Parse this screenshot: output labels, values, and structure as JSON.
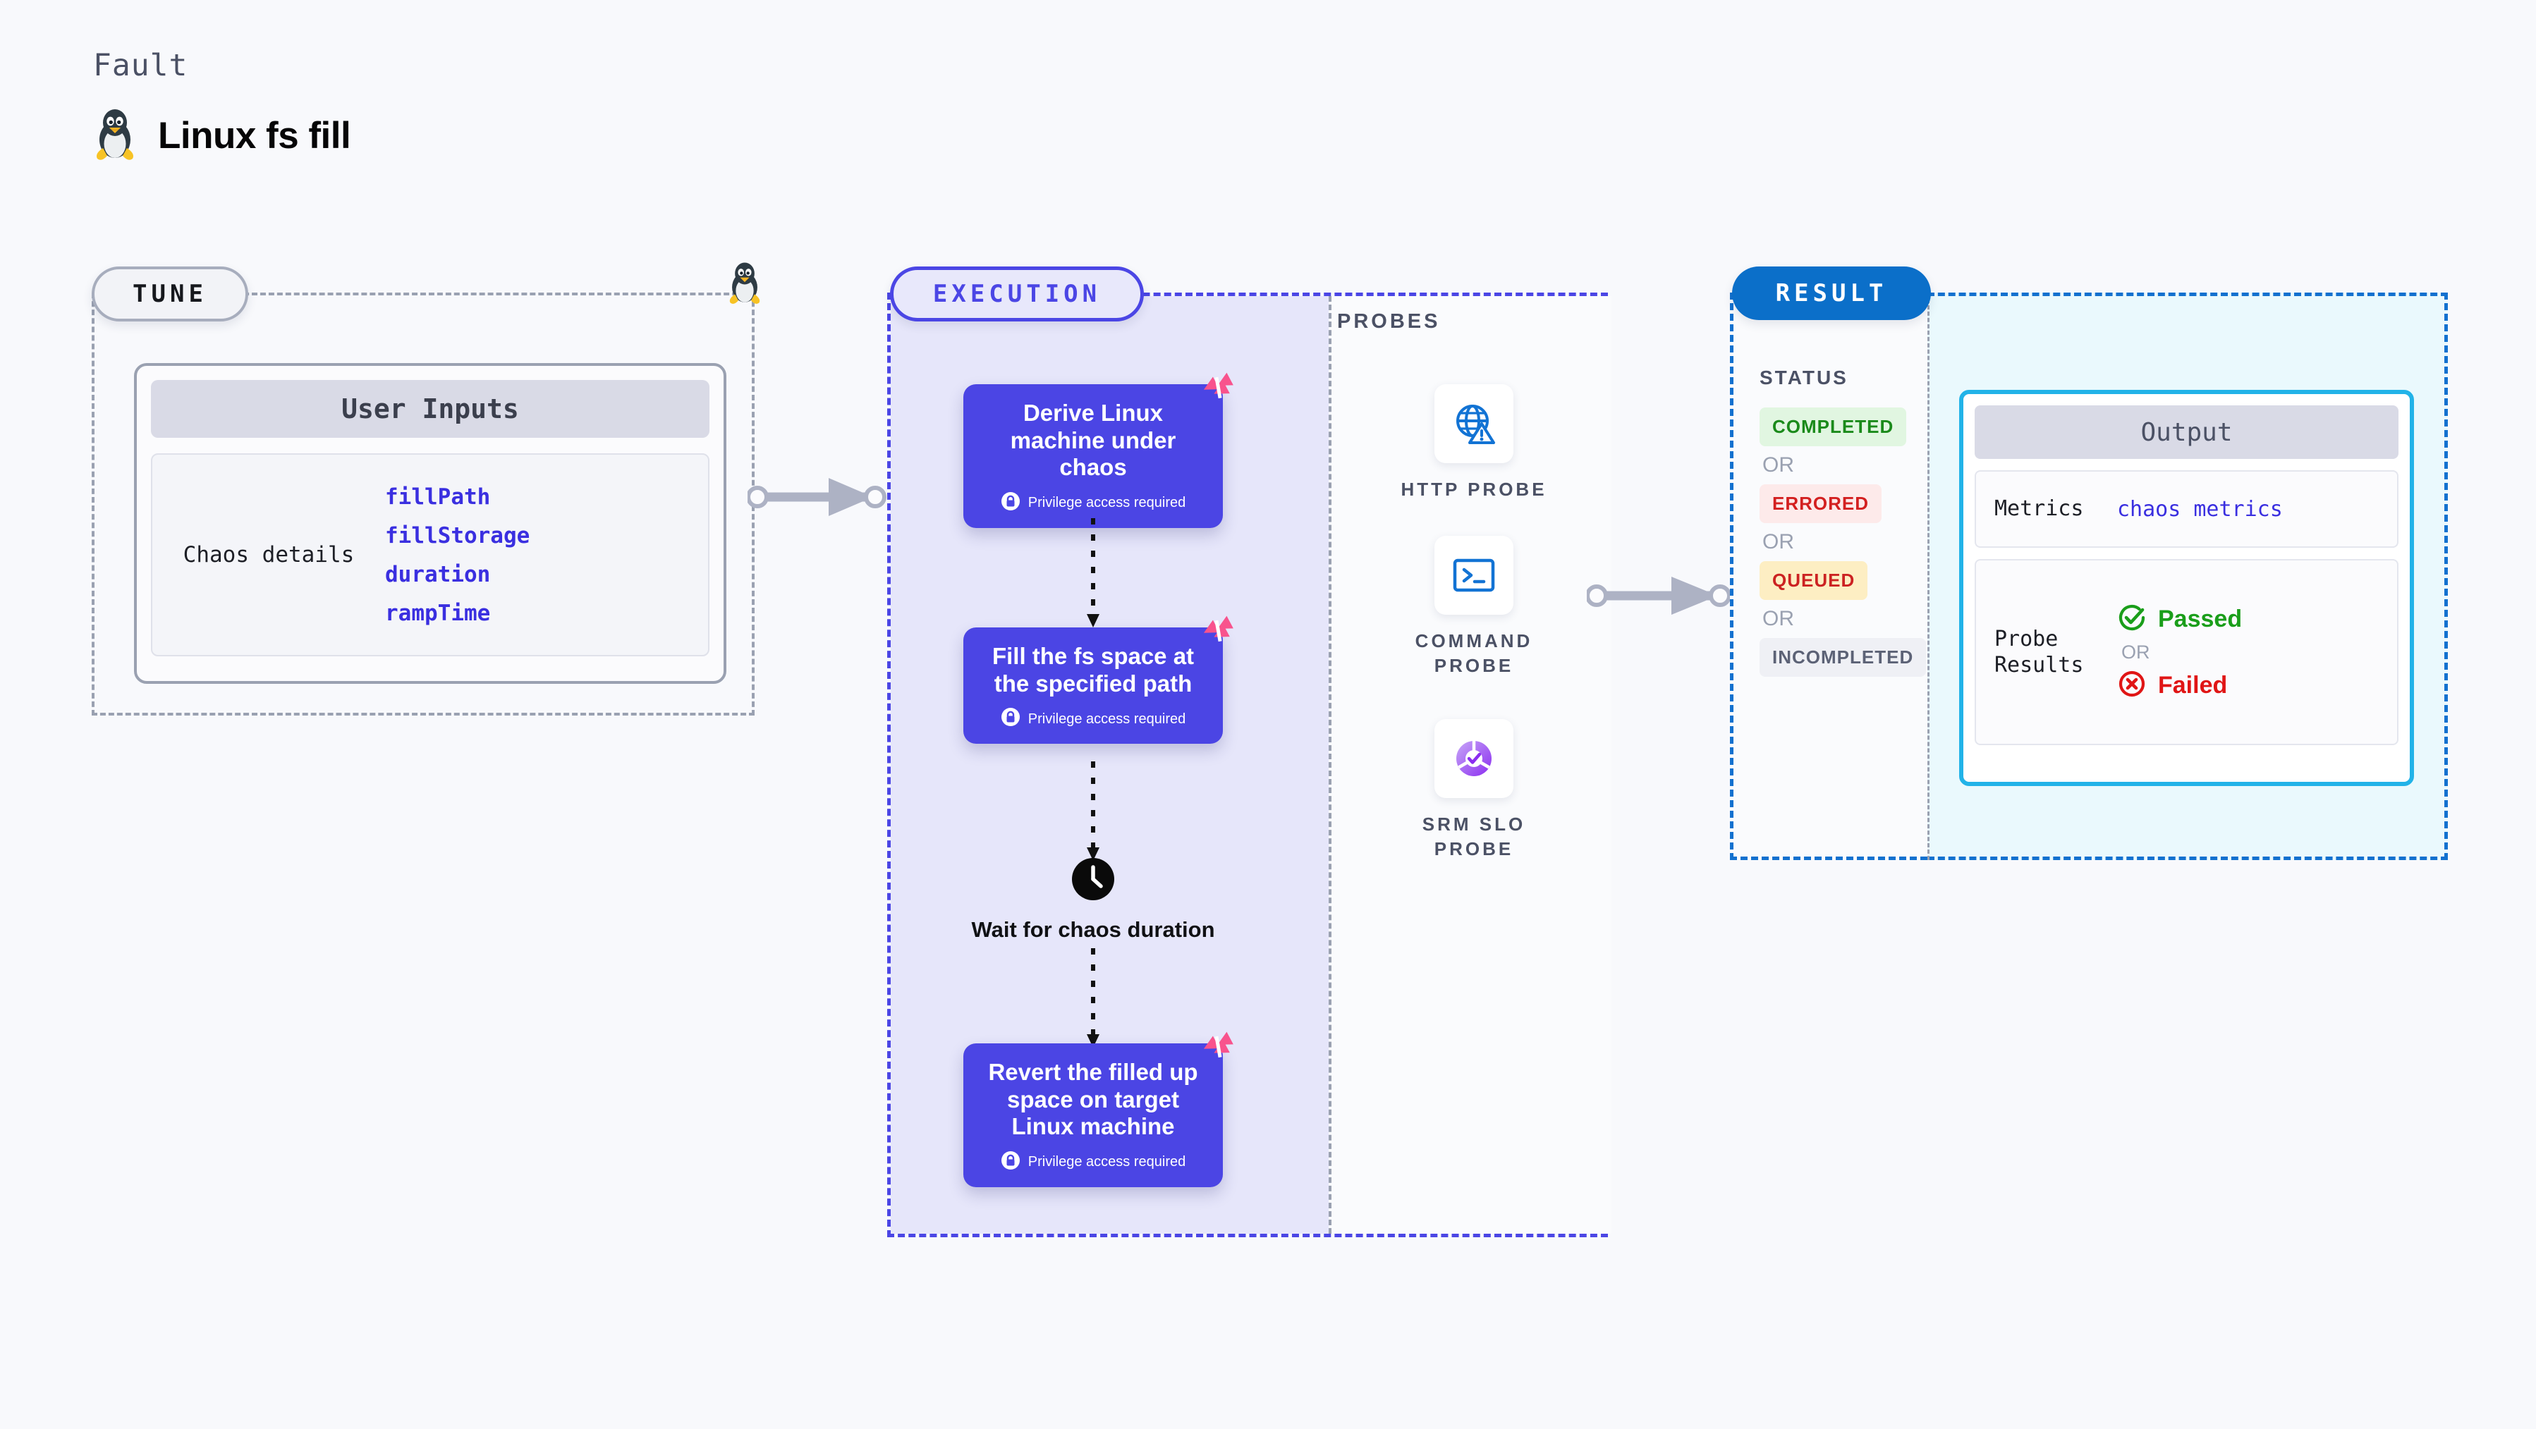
{
  "header": {
    "kicker": "Fault",
    "title": "Linux fs fill",
    "icon": "tux-penguin-icon"
  },
  "tune": {
    "pill_label": "TUNE",
    "card_header": "User Inputs",
    "details_label": "Chaos details",
    "params": [
      "fillPath",
      "fillStorage",
      "duration",
      "rampTime"
    ],
    "edge_icon": "tux-penguin-icon"
  },
  "execution": {
    "pill_label": "EXECUTION",
    "privilege_note": "Privilege access required",
    "nodes": [
      {
        "title": "Derive Linux machine under chaos",
        "privileged": true,
        "badge": "harness-logo-icon"
      },
      {
        "title": "Fill the fs space at the specified path",
        "privileged": true,
        "badge": "harness-logo-icon"
      },
      {
        "title": "Revert the filled up space on target Linux machine",
        "privileged": true,
        "badge": "harness-logo-icon"
      }
    ],
    "wait_node": {
      "label": "Wait for chaos duration",
      "icon": "clock-icon"
    }
  },
  "probes": {
    "title": "PROBES",
    "items": [
      {
        "label": "HTTP PROBE",
        "icon": "globe-warning-icon"
      },
      {
        "label": "COMMAND PROBE",
        "icon": "terminal-icon"
      },
      {
        "label": "SRM SLO PROBE",
        "icon": "slo-gauge-check-icon"
      }
    ]
  },
  "result": {
    "pill_label": "RESULT",
    "status_title": "STATUS",
    "or_label": "OR",
    "statuses": [
      {
        "label": "COMPLETED",
        "fg": "#1a8a1a",
        "bg": "#e1f6e1"
      },
      {
        "label": "ERRORED",
        "fg": "#d32020",
        "bg": "#fdeaea"
      },
      {
        "label": "QUEUED",
        "fg": "#cc2222",
        "bg": "#fdeec3"
      },
      {
        "label": "INCOMPLETED",
        "fg": "#5c6276",
        "bg": "#eff0f5"
      }
    ],
    "output": {
      "header": "Output",
      "metrics_key": "Metrics",
      "metrics_value": "chaos metrics",
      "probe_results_key": "Probe Results",
      "passed_label": "Passed",
      "failed_label": "Failed",
      "or_label": "OR"
    }
  },
  "colors": {
    "page_bg": "#f8f9fc",
    "indigo": "#4b45e4",
    "indigo_light": "#e6e6fa",
    "result_blue": "#0b6fc9",
    "cyan": "#22b3e8",
    "pink": "#f8538d",
    "param_blue": "#3a2fe0",
    "gray_dash": "#9aa1b1"
  }
}
